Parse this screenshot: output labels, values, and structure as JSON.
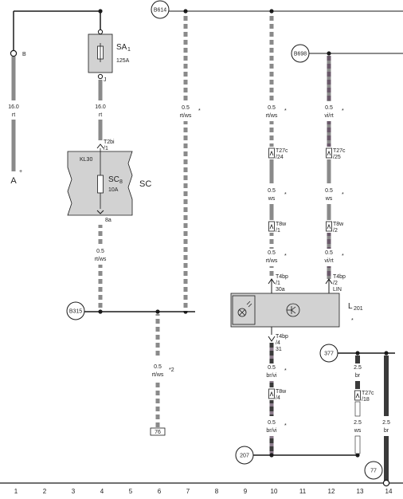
{
  "refs": {
    "b614": "B614",
    "b698": "B698",
    "b315": "B315",
    "r207": "207",
    "r377": "377",
    "r77": "77"
  },
  "battery": {
    "terminal_b": "B",
    "plus": "+",
    "label_a": "A",
    "wire_size": "16.0",
    "wire_color": "rt"
  },
  "fuse_sa": {
    "name": "SA",
    "sub": "1",
    "rating": "125A",
    "pin": "J",
    "out_size": "16.0",
    "out_color": "rt"
  },
  "sc_box": {
    "conn_top": "T2bi",
    "conn_top_pin": "/1",
    "kl30": "KL30",
    "fuse_name": "SC",
    "fuse_sub": "8",
    "fuse_rating": "10A",
    "box_label": "SC",
    "out_pin": "8a",
    "out_size": "0.5",
    "out_color": "rt/ws"
  },
  "wire7": {
    "size": "0.5",
    "color": "rt/ws",
    "mark": "*"
  },
  "col10": {
    "w1_size": "0.5",
    "w1_color": "rt/ws",
    "w1_mark": "*",
    "c1_name": "T27c",
    "c1_pin": "/24",
    "w2_size": "0.5",
    "w2_color": "ws",
    "w2_mark": "*",
    "c2_name": "T8w",
    "c2_pin": "/1",
    "w3_size": "0.5",
    "w3_color": "rt/ws",
    "w3_mark": "*",
    "c3_name": "T4bp",
    "c3_pin": "/1",
    "c3_term": "30a"
  },
  "col12": {
    "w1_size": "0.5",
    "w1_color": "vi/rt",
    "w1_mark": "*",
    "c1_name": "T27c",
    "c1_pin": "/25",
    "w2_size": "0.5",
    "w2_color": "ws",
    "w2_mark": "*",
    "c2_name": "T8w",
    "c2_pin": "/2",
    "w3_size": "0.5",
    "w3_color": "vi/rt",
    "w3_mark": "*",
    "c3_name": "T4bp",
    "c3_pin": "/2",
    "c3_term": "LIN"
  },
  "component": {
    "name": "L",
    "sub": "201",
    "mark": "*"
  },
  "col10_low": {
    "c1_name": "T4bp",
    "c1_pin": "/4",
    "c1_term": "31",
    "w1_size": "0.5",
    "w1_color": "br/vi",
    "w1_mark": "*",
    "c2_name": "T8w",
    "c2_pin": "/4",
    "w2_size": "0.5",
    "w2_color": "br/vi",
    "w2_mark": "*"
  },
  "wire6": {
    "size": "0.5",
    "color": "rt/ws",
    "mark": "*2",
    "box": "76"
  },
  "col13": {
    "w1_size": "2.5",
    "w1_color": "br",
    "c1_name": "T27c",
    "c1_pin": "/18",
    "w2_size": "2.5",
    "w2_color": "ws"
  },
  "col14": {
    "size": "2.5",
    "color": "br"
  },
  "columns": [
    "1",
    "2",
    "3",
    "4",
    "5",
    "6",
    "7",
    "8",
    "9",
    "10",
    "11",
    "12",
    "13",
    "14"
  ],
  "colors": {
    "line": "#1a1a1a",
    "wire_gray": "#8a8a8a",
    "box_fill": "#d2d2d2",
    "wire_white": "#ffffff",
    "violet": "#6a5a6a"
  }
}
